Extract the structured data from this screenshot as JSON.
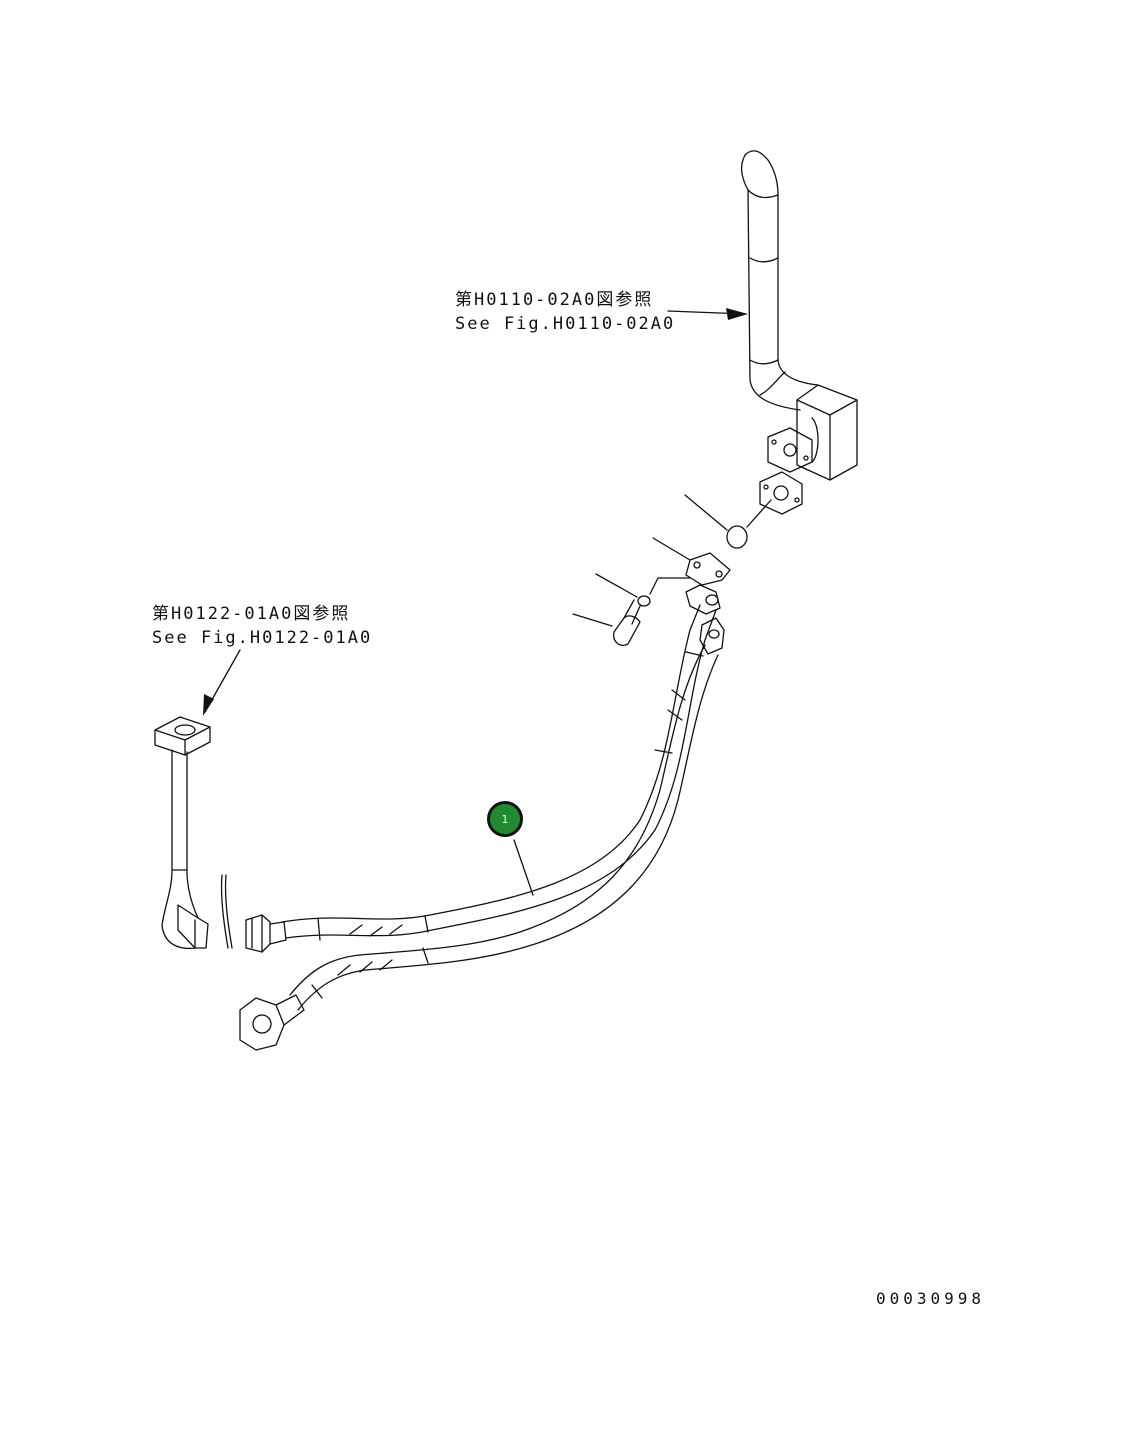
{
  "references": {
    "top": {
      "jp": "第H0110-02A0図参照",
      "en": "See Fig.H0110-02A0"
    },
    "left": {
      "jp": "第H0122-01A0図参照",
      "en": "See Fig.H0122-01A0"
    }
  },
  "callouts": [
    {
      "label": "1"
    }
  ],
  "drawing_number": "00030998",
  "colors": {
    "line": "#111111",
    "callout_fill": "#1f8a2f"
  }
}
